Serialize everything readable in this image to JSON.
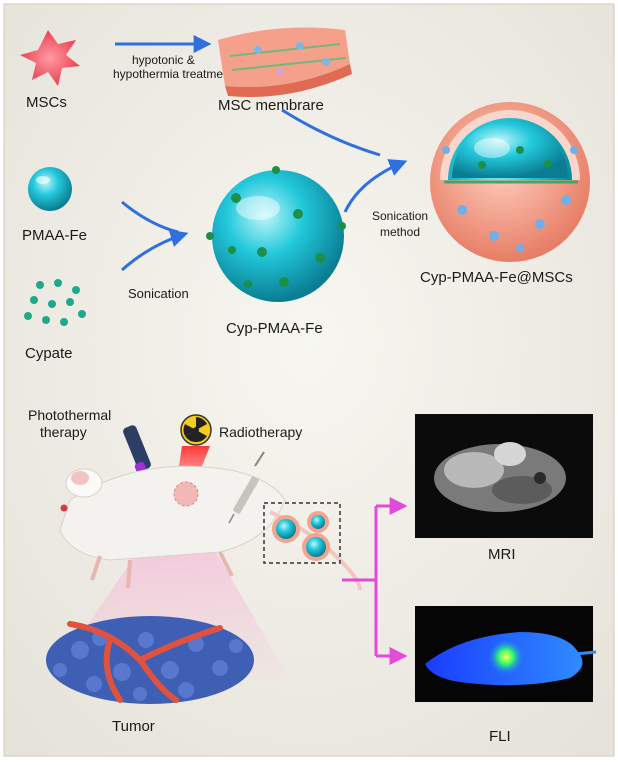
{
  "top": {
    "msc_label": "MSCs",
    "treatment_line1": "hypotonic &",
    "treatment_line2": "hypothermia treatment",
    "membrane_label": "MSC membrare",
    "pmaa_label": "PMAA-Fe",
    "cypate_label": "Cypate",
    "sonication_label": "Sonication",
    "cyp_pmaa_label": "Cyp-PMAA-Fe",
    "sonication_method_line1": "Sonication",
    "sonication_method_line2": "method",
    "final_label": "Cyp-PMAA-Fe@MSCs"
  },
  "bottom": {
    "photothermal_line1": "Photothermal",
    "photothermal_line2": "therapy",
    "radiotherapy_label": "Radiotherapy",
    "tumor_label": "Tumor",
    "mri_label": "MRI",
    "fli_label": "FLI"
  },
  "colors": {
    "cyan": "#19c3d6",
    "membrane": "#f08a72",
    "arrow_blue": "#2f6fe0",
    "arrow_magenta": "#e24ad8",
    "laser": "#ff3b3b",
    "tumor": "#3f5fb5"
  },
  "icons": {
    "msc_cell": "star-cell-icon",
    "radiation": "radiation-icon",
    "laser_pen": "laser-pointer-icon",
    "syringe": "syringe-icon",
    "mouse": "mouse-icon"
  }
}
